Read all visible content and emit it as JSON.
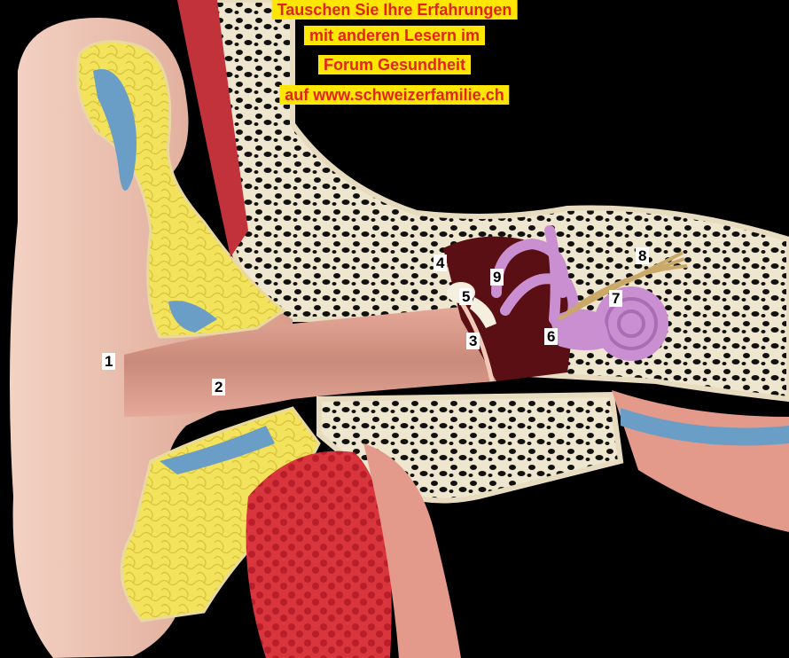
{
  "banner": {
    "lines": [
      "Tauschen Sie Ihre Erfahrungen",
      "mit anderen Lesern im",
      "Forum Gesundheit",
      "auf www.schweizerfamilie.ch"
    ]
  },
  "labels": [
    "1",
    "2",
    "3",
    "4",
    "5",
    "6",
    "7",
    "8",
    "9"
  ],
  "colors": {
    "background": "#000000",
    "skin": "#e8b8a4",
    "fat": "#f2e25c",
    "bone": "#efe6cf",
    "vessel": "#6a9ec6",
    "muscle": "#d8353c",
    "inner_ear": "#c98fd0",
    "banner_bg": "#ffe600",
    "banner_text": "#e2231a"
  }
}
